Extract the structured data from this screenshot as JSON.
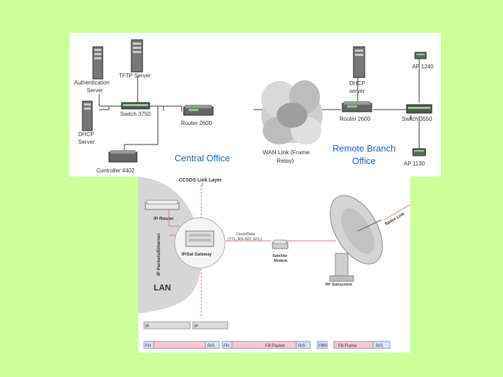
{
  "top_diagram": {
    "labels": {
      "tftp_server": "TFTP Server",
      "auth_server_line1": "Authentication",
      "auth_server_line2": "Server",
      "switch_central": "Switch 3750",
      "dhcp_server_line1": "DHCP",
      "dhcp_server_line2": "Server",
      "router_central": "Router 2600",
      "controller": "Controller 4402",
      "central_office": "Central Office",
      "wan_link_line1": "WAN Link (Frame",
      "wan_link_line2": "Relay)",
      "dhcp_remote_line1": "DHCP",
      "dhcp_remote_line2": "server",
      "router_remote": "Router 2600",
      "switch_remote": "Switch 3550",
      "ap_top": "AP 1240",
      "ap_bottom": "AP 1130",
      "remote_office_line1": "Remote Branch",
      "remote_office_line2": "Office"
    }
  },
  "bottom_diagram": {
    "labels": {
      "ccsds_link_layer": "CCSDS Link Layer",
      "ip_router": "IP Router",
      "ip_packets_ethernet": "IP Packets/Ethernet",
      "lan": "LAN",
      "gateway": "IP/Sat Gateway",
      "clock_data_line1": "Clock/Data",
      "clock_data_line2": "(TTL, RS-422, ECL)",
      "modem_line1": "Satellite",
      "modem_line2": "Modem",
      "rf_subsystem": "RF Subsystem",
      "space_link": "Space Link"
    },
    "ip_row": [
      "IP",
      "IP"
    ],
    "frame_row": [
      "FH",
      "R/S",
      "FH",
      "Fill Packet",
      "R/S",
      "FH",
      "FH",
      "Fill Frame",
      "R/S"
    ]
  }
}
